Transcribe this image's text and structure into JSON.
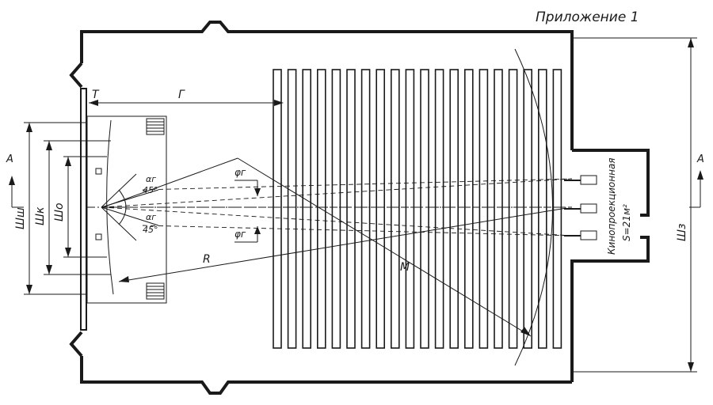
{
  "header": {
    "appendix_label": "Приложение 1"
  },
  "labels": {
    "T": "Т",
    "G": "Г",
    "R": "R",
    "M": "M",
    "A_left": "А",
    "A_right": "А",
    "phi_top": "φг",
    "phi_bottom": "φг",
    "alpha_top": "αг",
    "alpha_top_value": "45°",
    "alpha_bottom": "αг",
    "alpha_bottom_value": "45°",
    "Sh_sh": "Шш",
    "Sh_k": "Шк",
    "Sh_o": "Шо",
    "Sh_z": "Шз",
    "projection_room": "Кинопроекционная",
    "projection_area": "S=21м²"
  },
  "seating": {
    "row_count": 20
  },
  "colors": {
    "ink": "#1a1a1a",
    "paper": "#ffffff"
  }
}
